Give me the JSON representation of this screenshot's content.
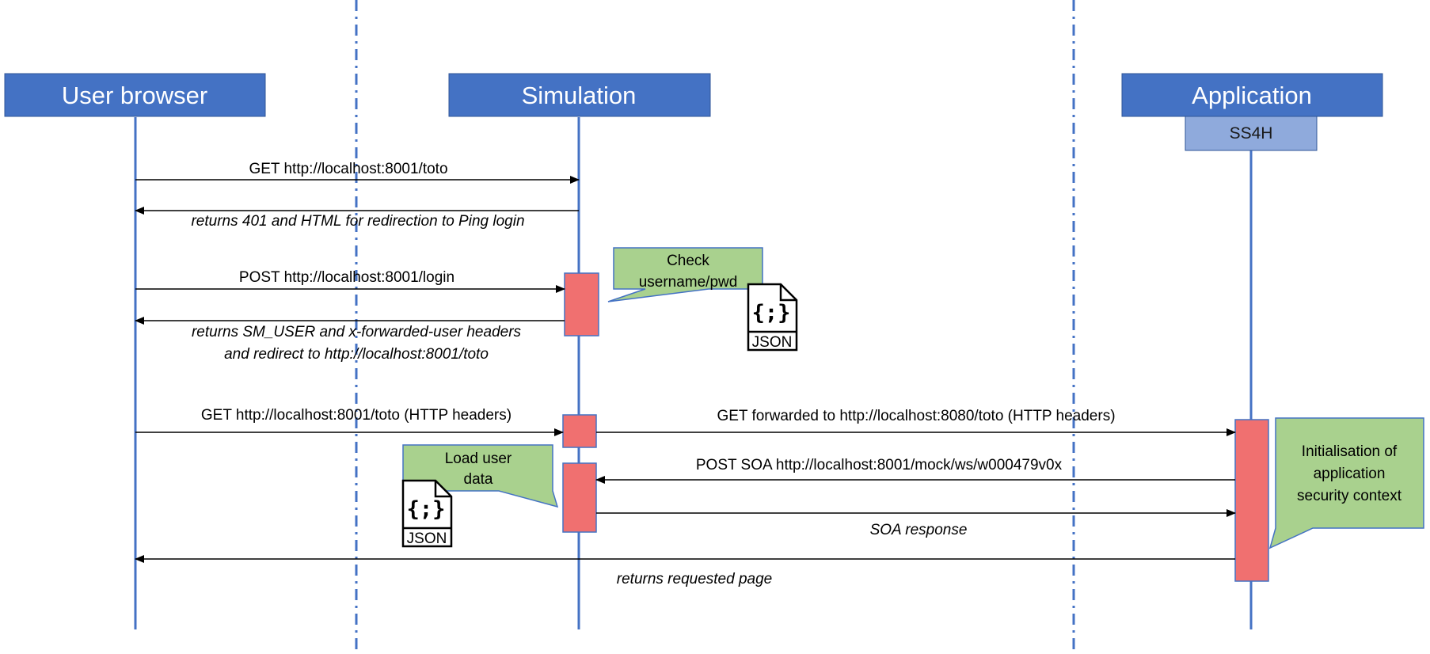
{
  "participants": {
    "user_browser": "User browser",
    "simulation": "Simulation",
    "application": "Application",
    "ss4h": "SS4H"
  },
  "messages": {
    "m1": "GET http://localhost:8001/toto",
    "m2": "returns 401 and HTML for redirection to Ping login",
    "m3": "POST http://localhost:8001/login",
    "m4_line1": "returns SM_USER and x-forwarded-user headers",
    "m4_line2": "and redirect to http://localhost:8001/toto",
    "m5": "GET http://localhost:8001/toto (HTTP headers)",
    "m6": "GET forwarded to http://localhost:8080/toto (HTTP headers)",
    "m7": "POST SOA http://localhost:8001/mock/ws/w000479v0x",
    "m8": "SOA response",
    "m9": "returns requested page"
  },
  "notes": {
    "check_line1": "Check",
    "check_line2": "username/pwd",
    "load_line1": "Load user",
    "load_line2": "data",
    "init_line1": "Initialisation of",
    "init_line2": "application",
    "init_line3": "security context"
  },
  "json_icon": {
    "glyph": "{;}",
    "label": "JSON"
  },
  "colors": {
    "header_blue": "#4472c4",
    "ss4h_blue": "#8faadc",
    "lifeline": "#4472c4",
    "activation": "#f07070",
    "note_green": "#a9d18e"
  }
}
